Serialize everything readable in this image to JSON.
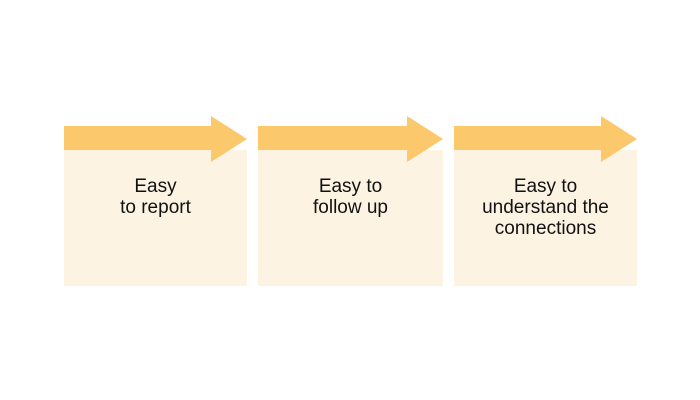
{
  "colors": {
    "arrow": "#FBC86B",
    "box_fill": "#FCF3E3",
    "text": "#111111",
    "background": "#FFFFFF"
  },
  "steps": [
    {
      "label": "Easy\nto report"
    },
    {
      "label": "Easy to\nfollow up"
    },
    {
      "label": "Easy to\nunderstand the\nconnections"
    }
  ]
}
